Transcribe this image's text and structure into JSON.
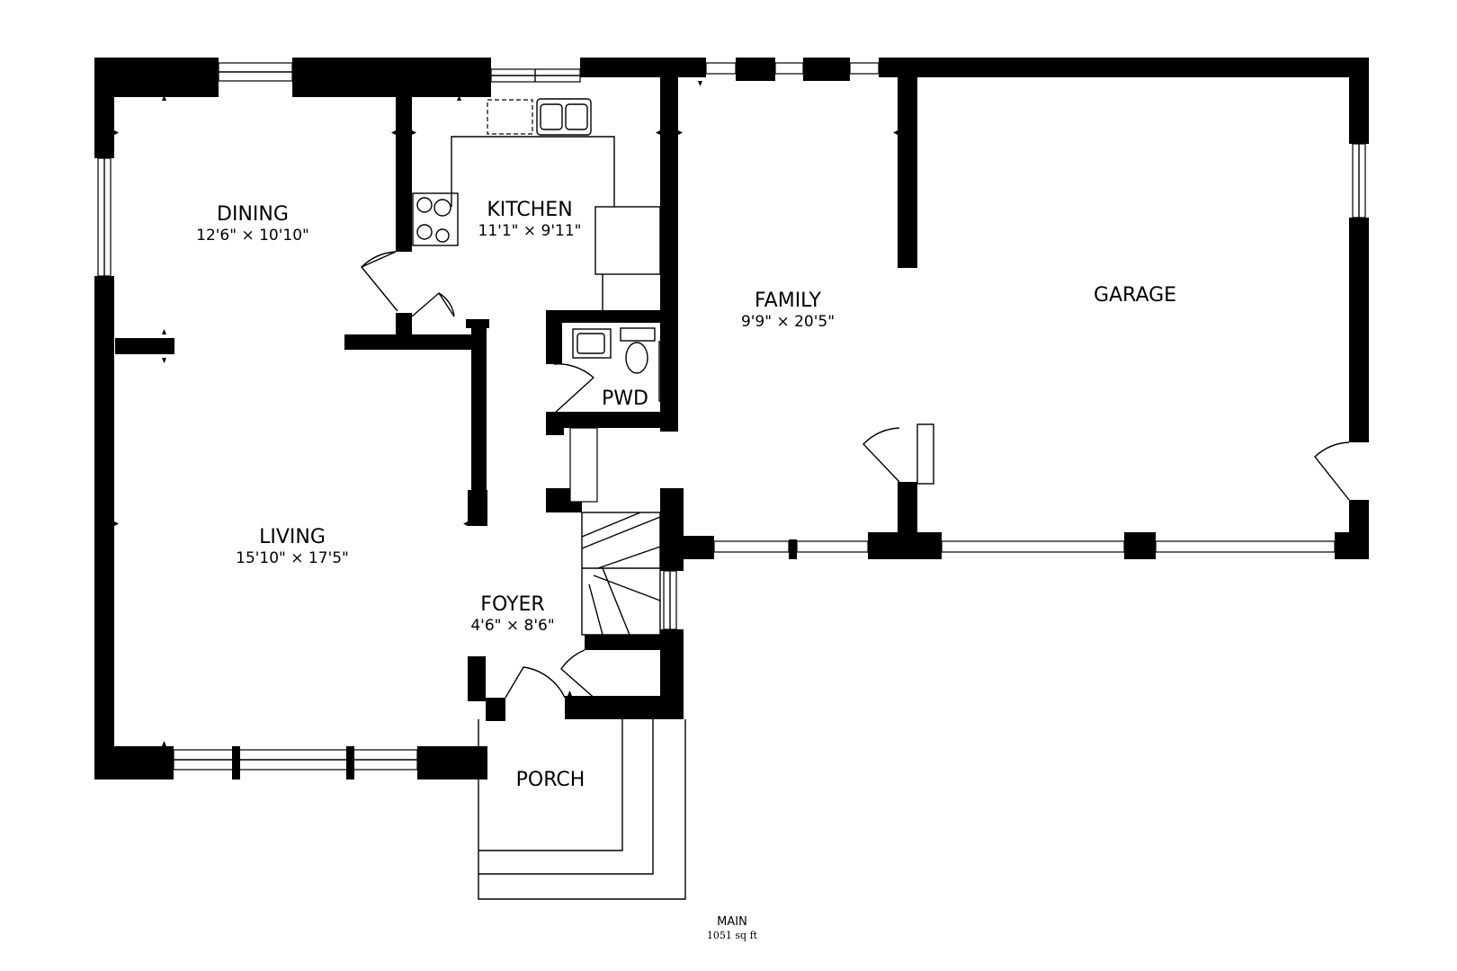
{
  "rooms": {
    "dining": {
      "name": "DINING",
      "dims": "12'6\" × 10'10\""
    },
    "kitchen": {
      "name": "KITCHEN",
      "dims": "11'1\" × 9'11\""
    },
    "family": {
      "name": "FAMILY",
      "dims": "9'9\" × 20'5\""
    },
    "garage": {
      "name": "GARAGE"
    },
    "pwd": {
      "name": "PWD"
    },
    "living": {
      "name": "LIVING",
      "dims": "15'10\" × 17'5\""
    },
    "foyer": {
      "name": "FOYER",
      "dims": "4'6\" × 8'6\""
    },
    "porch": {
      "name": "PORCH"
    }
  },
  "floor": {
    "name": "MAIN",
    "area": "1051 sq ft"
  }
}
